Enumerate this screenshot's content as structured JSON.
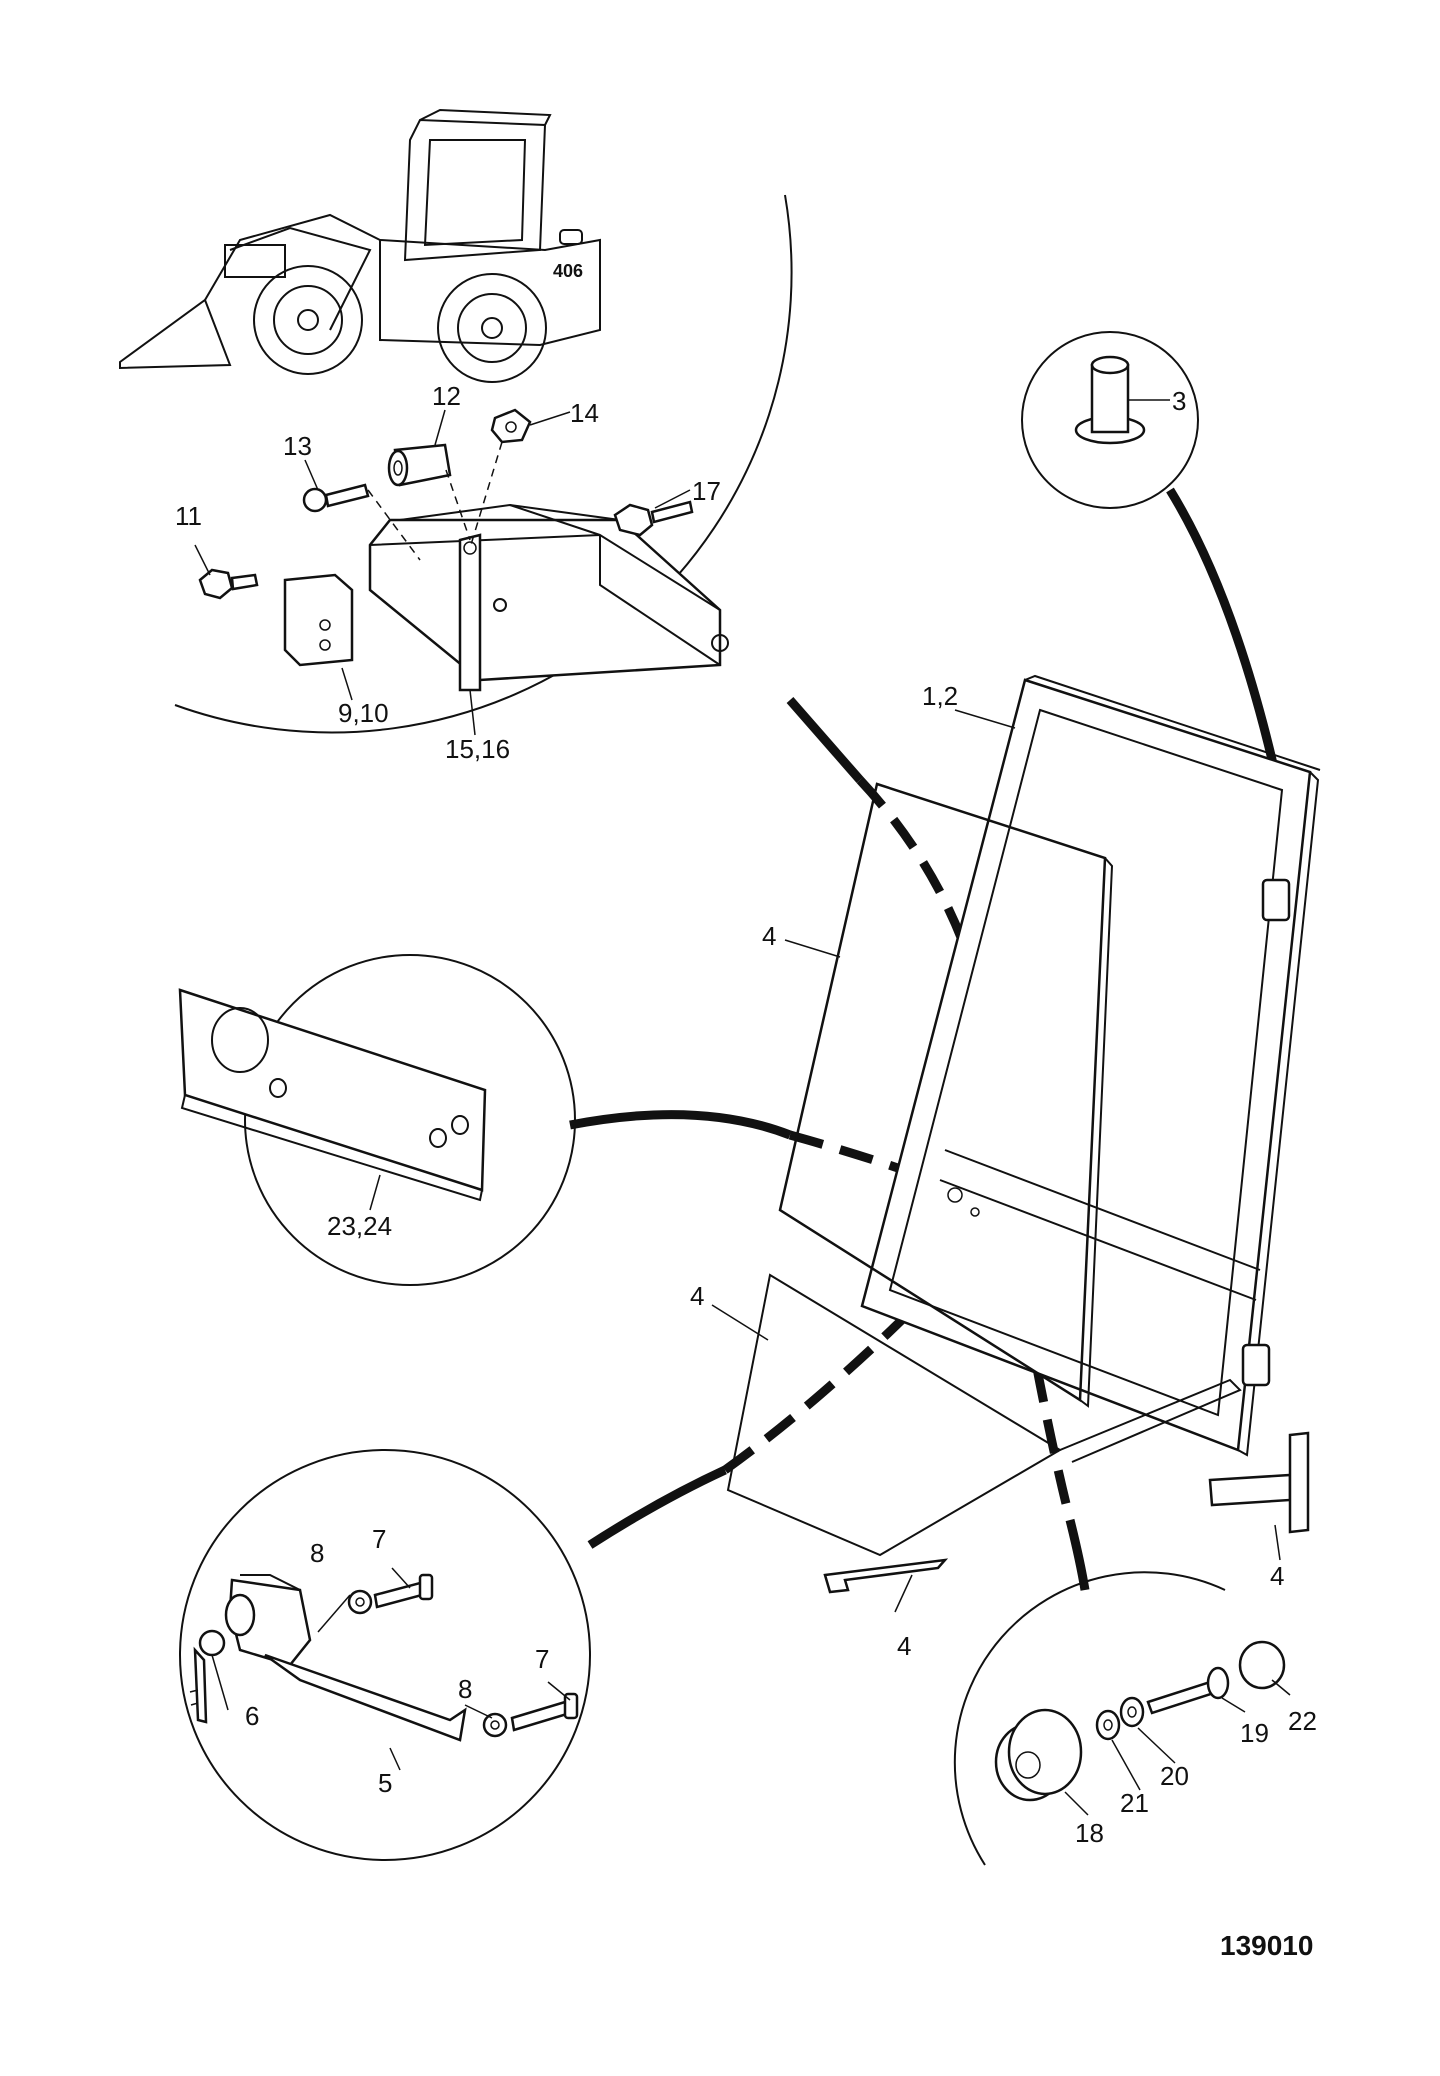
{
  "drawing_number": "139010",
  "machine": {
    "model": "406"
  },
  "callouts": {
    "c1_2": "1,2",
    "c3": "3",
    "c4_glass_upper": "4",
    "c4_glass_lower": "4",
    "c4_seal_a": "4",
    "c4_seal_b": "4",
    "c5": "5",
    "c6": "6",
    "c7_a": "7",
    "c7_b": "7",
    "c8_a": "8",
    "c8_b": "8",
    "c9_10": "9,10",
    "c11": "11",
    "c12": "12",
    "c13": "13",
    "c14": "14",
    "c15_16": "15,16",
    "c17": "17",
    "c18": "18",
    "c19": "19",
    "c20": "20",
    "c21": "21",
    "c22": "22",
    "c23_24": "23,24"
  }
}
